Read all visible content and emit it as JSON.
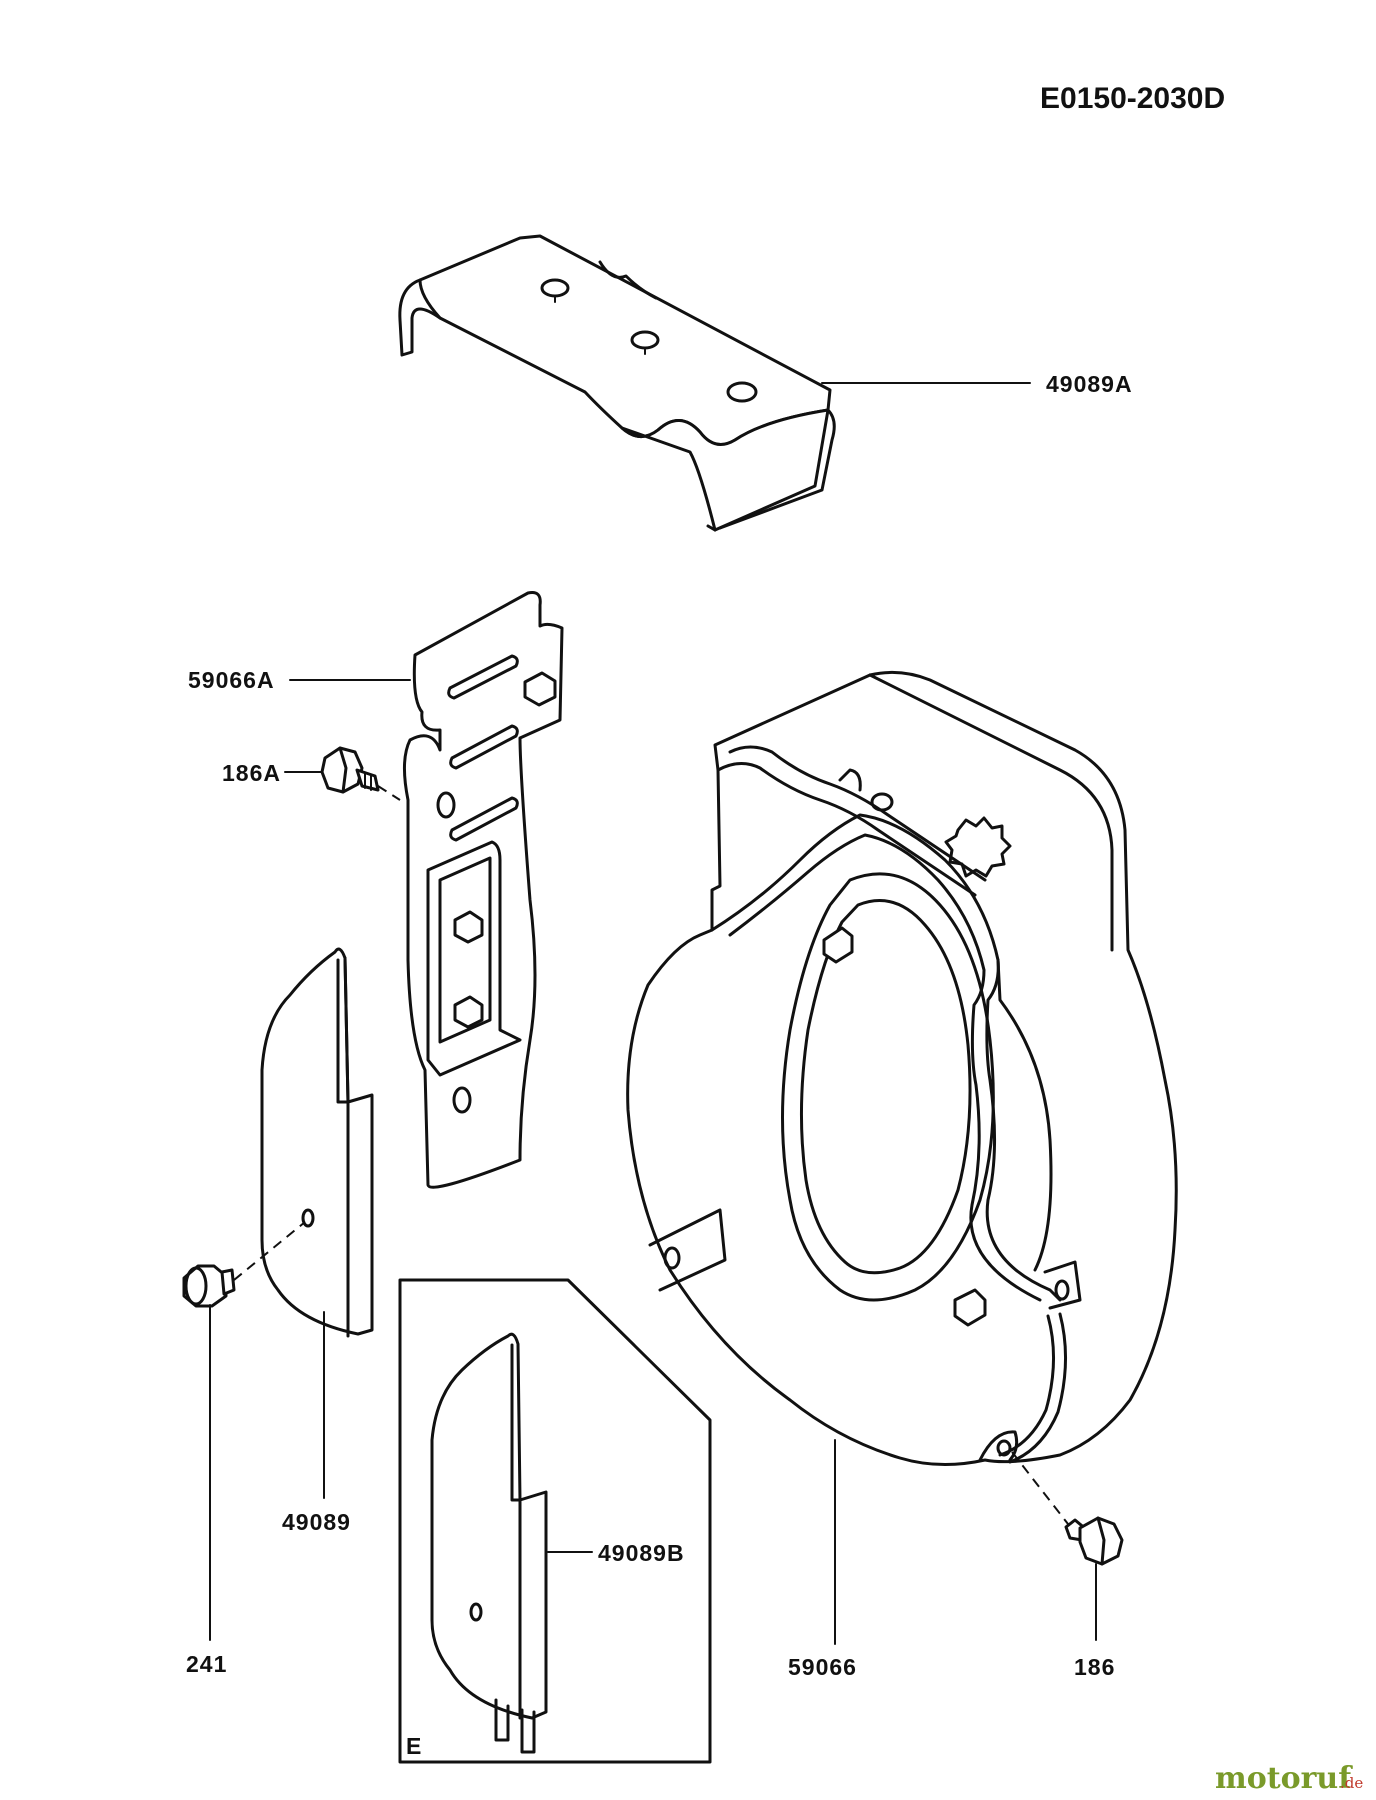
{
  "drawing_code": "E0150-2030D",
  "inset_label": "E",
  "brand": {
    "name": "motoruf",
    "tld": ".de",
    "color": "#7a9a2a",
    "accent": "#c0392b"
  },
  "parts": [
    {
      "id": "p-49089A",
      "number": "49089A"
    },
    {
      "id": "p-59066A",
      "number": "59066A"
    },
    {
      "id": "p-186A",
      "number": "186A"
    },
    {
      "id": "p-241",
      "number": "241"
    },
    {
      "id": "p-49089",
      "number": "49089"
    },
    {
      "id": "p-49089B",
      "number": "49089B"
    },
    {
      "id": "p-59066",
      "number": "59066"
    },
    {
      "id": "p-186",
      "number": "186"
    }
  ]
}
